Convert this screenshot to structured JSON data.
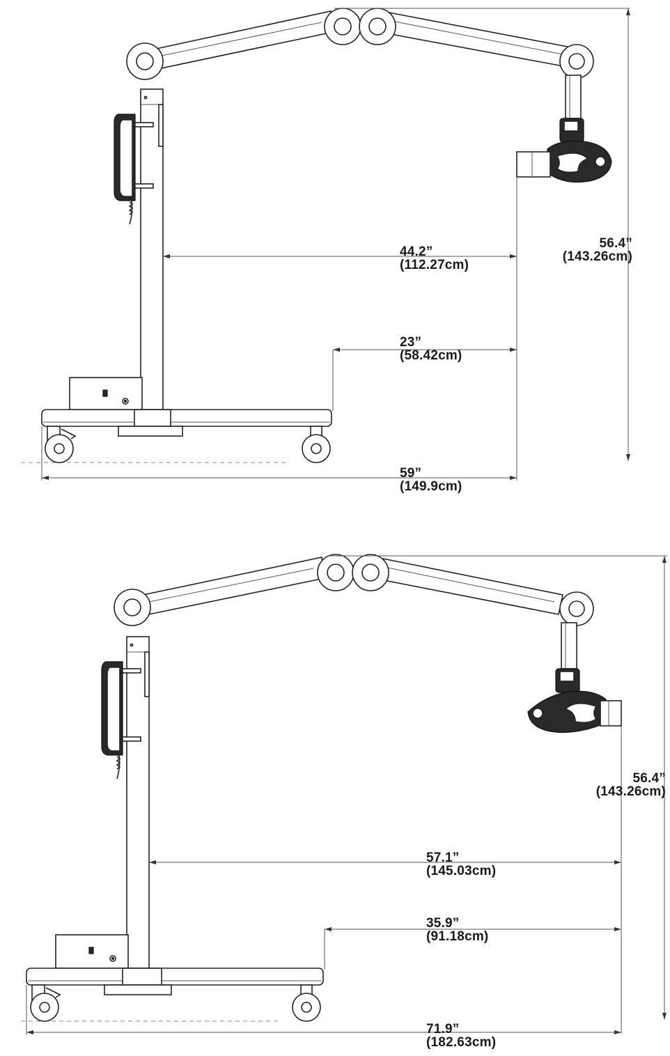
{
  "diagrams": [
    {
      "id": "short-arm",
      "dimensions": {
        "height": {
          "in": "56.4”",
          "cm": "(143.26cm)"
        },
        "reach": {
          "in": "44.2”",
          "cm": "(112.27cm)"
        },
        "base_to_head": {
          "in": "23”",
          "cm": "(58.42cm)"
        },
        "overall": {
          "in": "59”",
          "cm": "(149.9cm)"
        }
      }
    },
    {
      "id": "long-arm",
      "dimensions": {
        "height": {
          "in": "56.4”",
          "cm": "(143.26cm)"
        },
        "reach": {
          "in": "57.1”",
          "cm": "(145.03cm)"
        },
        "base_to_head": {
          "in": "35.9”",
          "cm": "(91.18cm)"
        },
        "overall": {
          "in": "71.9”",
          "cm": "(182.63cm)"
        }
      }
    }
  ]
}
